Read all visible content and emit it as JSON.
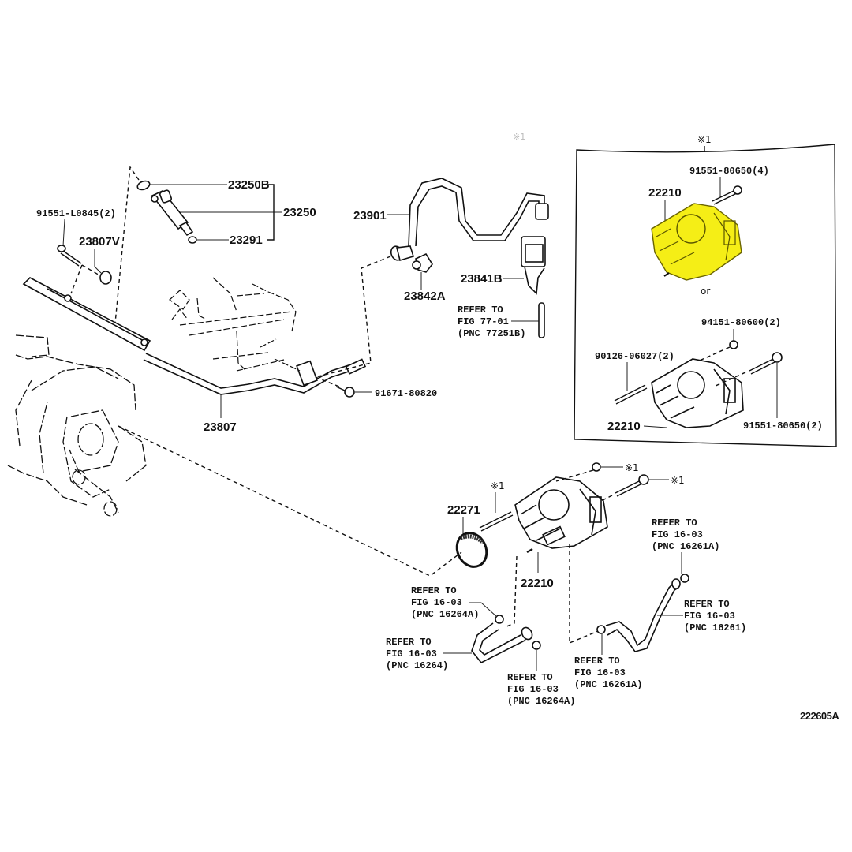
{
  "diagram_id": "222605A",
  "note_marker": "※1",
  "alt_word": "or",
  "colors": {
    "highlight": "#f5ee16",
    "line": "#111111",
    "background": "#ffffff"
  },
  "labels": {
    "p23250B": "23250B",
    "p23250": "23250",
    "p23291": "23291",
    "p91551_L0845": "91551-L0845(2)",
    "p23807V": "23807V",
    "p23901": "23901",
    "p23842A": "23842A",
    "p23841B": "23841B",
    "ref_77": [
      "REFER TO",
      "FIG 77-01",
      "(PNC 77251B)"
    ],
    "p91671_80820": "91671-80820",
    "p23807": "23807",
    "box_22210_a": "22210",
    "box_91551_80650_4": "91551-80650(4)",
    "box_94151_80600_2": "94151-80600(2)",
    "box_90126_06027_2": "90126-06027(2)",
    "box_22210_b": "22210",
    "box_91551_80650_2": "91551-80650(2)",
    "p22271": "22271",
    "p22210": "22210",
    "ref_16261A_top": [
      "REFER TO",
      "FIG 16-03",
      "(PNC 16261A)"
    ],
    "ref_16264A_top": [
      "REFER TO",
      "FIG 16-03",
      "(PNC 16264A)"
    ],
    "ref_16264": [
      "REFER TO",
      "FIG 16-03",
      "(PNC 16264)"
    ],
    "ref_16264A_bot": [
      "REFER TO",
      "FIG 16-03",
      "(PNC 16264A)"
    ],
    "ref_16261": [
      "REFER TO",
      "FIG 16-03",
      "(PNC 16261)"
    ],
    "ref_16261A_bot": [
      "REFER TO",
      "FIG 16-03",
      "(PNC 16261A)"
    ]
  }
}
